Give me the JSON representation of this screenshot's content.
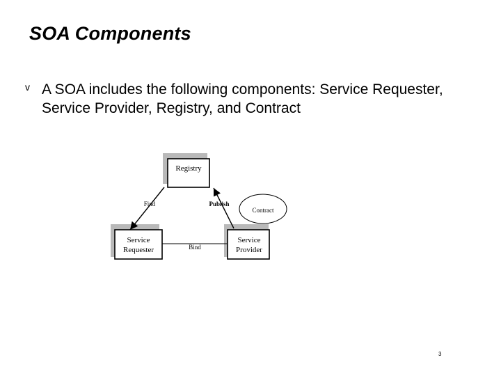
{
  "slide": {
    "title": "SOA Components",
    "bullet_symbol": "v",
    "bullet_text": "A SOA includes the following components: Service Requester, Service Provider, Registry, and Contract",
    "slide_number": "3"
  },
  "diagram": {
    "registry_label": "Registry",
    "requester_label_line1": "Service",
    "requester_label_line2": "Requester",
    "provider_label_line1": "Service",
    "provider_label_line2": "Provider",
    "contract_label": "Contract",
    "find_label": "Find",
    "publish_label": "Publish",
    "bind_label": "Bind",
    "box_shadow_color": "#b9b9b9",
    "line_color": "#000000"
  }
}
